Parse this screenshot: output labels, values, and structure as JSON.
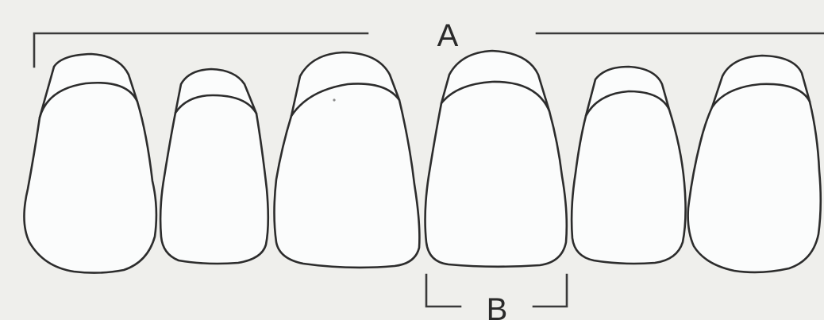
{
  "diagram": {
    "label_a": "A",
    "label_b": "B"
  },
  "colors": {
    "background": "#efefec",
    "tooth_fill": "#fbfcfc",
    "outline": "#2c2c2c"
  },
  "teeth": [
    {
      "name": "right-canine"
    },
    {
      "name": "right-lateral-incisor"
    },
    {
      "name": "right-central-incisor"
    },
    {
      "name": "left-central-incisor"
    },
    {
      "name": "left-lateral-incisor"
    },
    {
      "name": "left-canine"
    }
  ]
}
